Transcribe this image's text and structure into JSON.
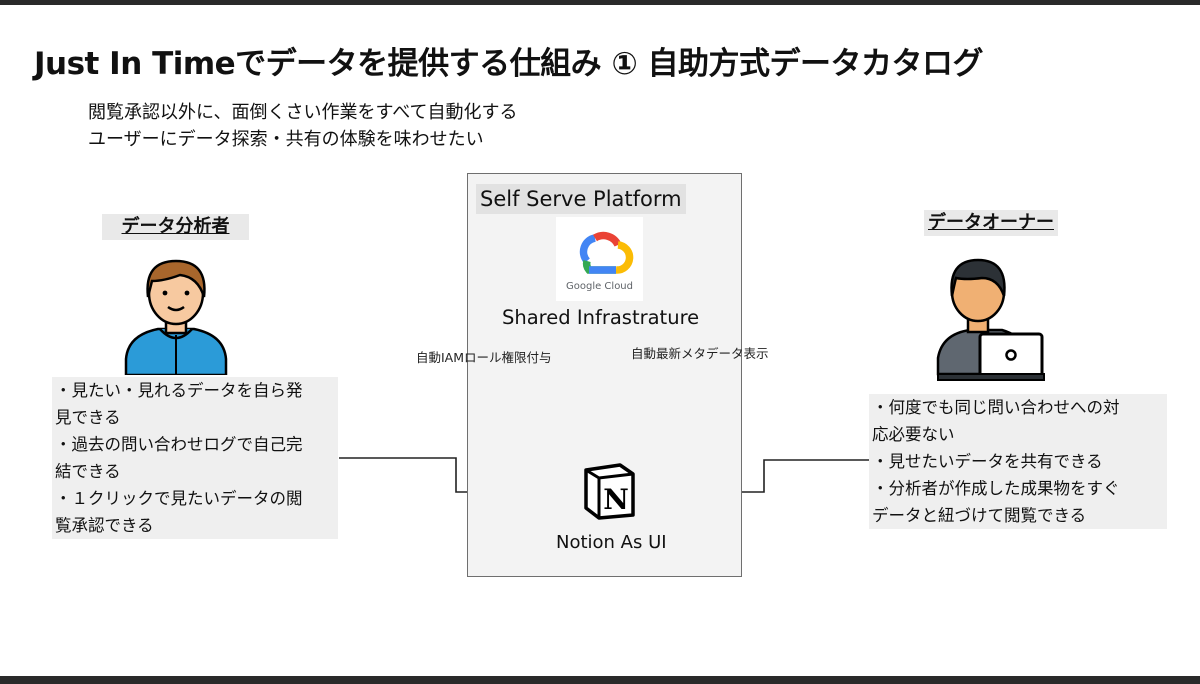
{
  "title": "Just In Timeでデータを提供する仕組み  ① 自助方式データカタログ",
  "subtitle": {
    "line1": "閲覧承認以外に、面倒くさい作業をすべて自動化する",
    "line2": "ユーザーにデータ探索・共有の体験を味わせたい"
  },
  "analyst": {
    "label": "データ分析者",
    "notes": [
      "・見たい・見れるデータを自ら発",
      "見できる",
      "・過去の問い合わせログで自己完",
      "結できる",
      "・１クリックで見たいデータの閲",
      "覧承認できる"
    ]
  },
  "owner": {
    "label": "データオーナー",
    "notes": [
      "・何度でも同じ問い合わせへの対",
      "応必要ない",
      "・見せたいデータを共有できる",
      "・分析者が作成した成果物をすぐ",
      "データと紐づけて閲覧できる"
    ]
  },
  "platform": {
    "title": "Self Serve Platform",
    "gcloud_text": "Google Cloud",
    "shared_label": "Shared Infrastrature",
    "edge_left": "自動IAMロール権限付与",
    "edge_right": "自動最新メタデータ表示",
    "notion_label": "Notion As UI"
  },
  "icons": {
    "gcloud": "google-cloud-logo-icon",
    "notion": "notion-logo-icon",
    "analyst": "analyst-person-icon",
    "owner": "owner-person-laptop-icon"
  }
}
